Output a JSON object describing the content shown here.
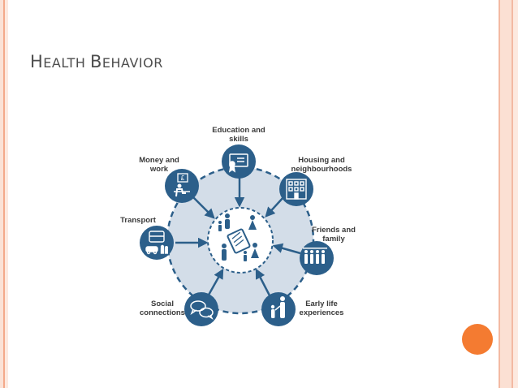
{
  "slide": {
    "title_first_a": "H",
    "title_first_b": "EALTH",
    "title_second_a": "B",
    "title_second_b": "EHAVIOR"
  },
  "diagram": {
    "nodes": [
      {
        "id": "education",
        "line1": "Education and",
        "line2": "skills",
        "icon": "certificate-icon"
      },
      {
        "id": "housing",
        "line1": "Housing and",
        "line2": "neighbourhoods",
        "icon": "building-icon"
      },
      {
        "id": "friends",
        "line1": "Friends and",
        "line2": "family",
        "icon": "group-people-icon"
      },
      {
        "id": "early-life",
        "line1": "Early life",
        "line2": "experiences",
        "icon": "parent-child-icon"
      },
      {
        "id": "social",
        "line1": "Social",
        "line2": "connections",
        "icon": "speech-bubbles-icon"
      },
      {
        "id": "transport",
        "line1": "Transport",
        "line2": "",
        "icon": "bus-car-icon"
      },
      {
        "id": "money",
        "line1": "Money and",
        "line2": "work",
        "icon": "person-at-desk-icon"
      }
    ],
    "center_icon": "family-with-document-icon"
  },
  "colors": {
    "node_fill": "#2c5f8a",
    "ring_fill": "#d3dde8",
    "dash": "#2c5f8a",
    "accent": "#f47b31"
  }
}
